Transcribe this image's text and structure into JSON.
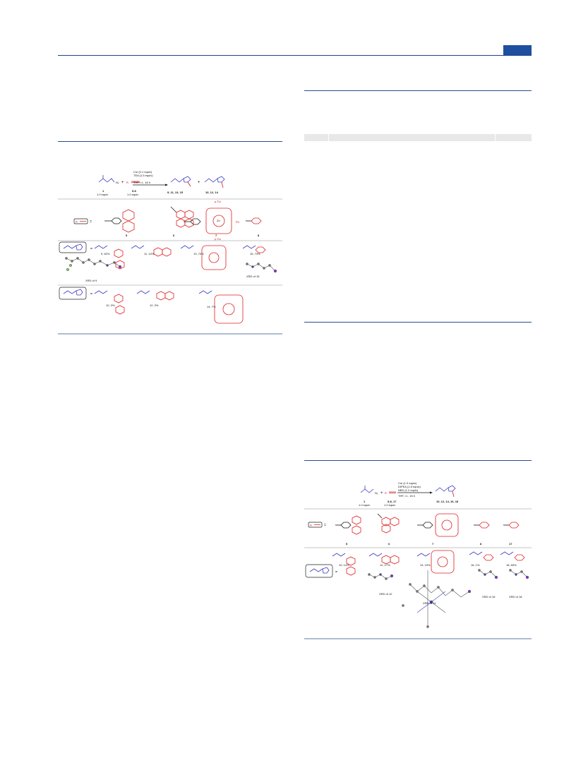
{
  "scheme_top": {
    "conditions": [
      "CuI (0.1 equiv)",
      "TEA (1.5 equiv)",
      "THF, r.t., 16 h"
    ],
    "reactant1": "1",
    "reactant1_equiv": "1.0 equiv",
    "reactant2": "5-8",
    "reactant2_equiv": "1.0 equiv",
    "product1": "9, 11, 13, 15",
    "product2": "10, 12, 14",
    "alkyne_labels": [
      "5",
      "6",
      "7",
      "8"
    ],
    "ptol_labels": [
      "p-Tol",
      "p-Tol"
    ],
    "ph_label": "Ph",
    "zn_label": "Zn",
    "yields_row1": [
      "9, 62%",
      "11, 10%",
      "13, 70%",
      "15, 74%"
    ],
    "xrd_row1": [
      "XRD of 9",
      "XRD of 15"
    ],
    "yields_row2": [
      "10, 3%",
      "12, 3%",
      "14, 7%"
    ]
  },
  "scheme_bottom": {
    "conditions": [
      "CuI (1.0 equiv)",
      "DIPEA (1.5 equiv)",
      "NBS (1.2 equiv)",
      "THF, r.t., 16 h"
    ],
    "reactant1": "1",
    "reactant1_equiv": "1.0 equiv",
    "reactant2": "5-8, 17",
    "reactant2_equiv": "1.0 equiv",
    "product": "10, 12, 14, 16, 18",
    "alkyne_labels": [
      "5",
      "6",
      "7",
      "8",
      "17"
    ],
    "yields": [
      "10, 14%",
      "12, 17%",
      "14, 19%",
      "16, 1%",
      "18, 60%"
    ],
    "xrd": [
      "XRD of 12",
      "XRD of 14",
      "XRD of 16",
      "XRD of 18"
    ]
  }
}
